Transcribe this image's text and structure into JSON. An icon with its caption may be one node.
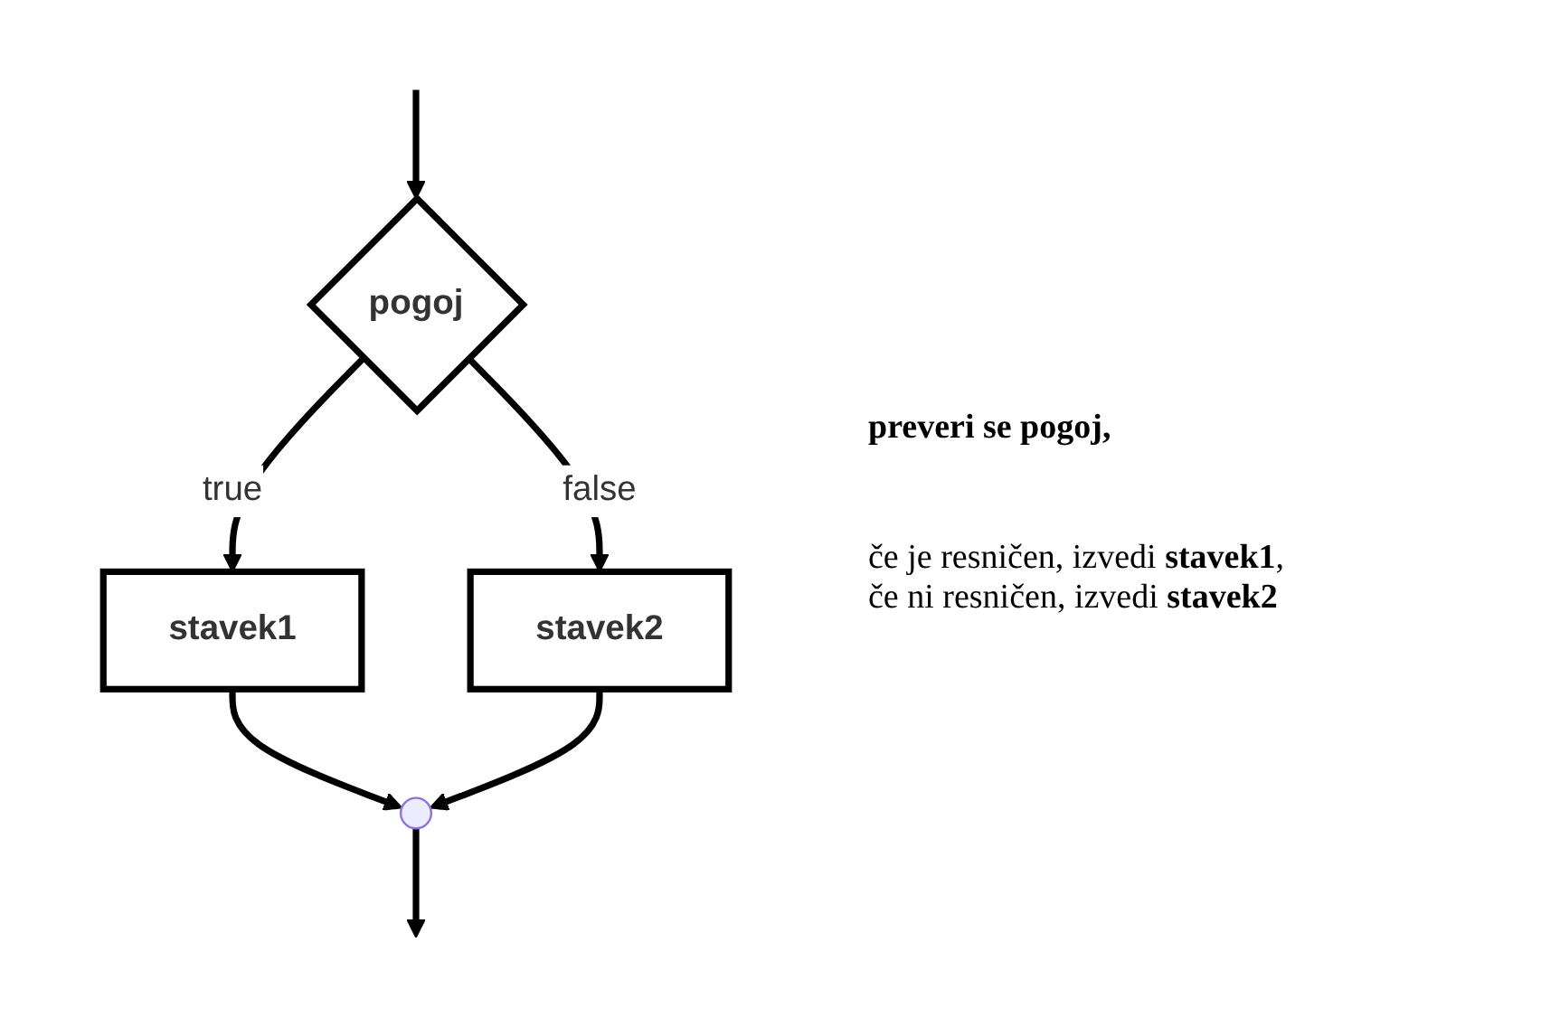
{
  "diagram": {
    "nodes": [
      {
        "text": [
          "pogoj"
        ]
      },
      {
        "text": [
          "stavek1"
        ]
      },
      {
        "text": [
          "stavek2"
        ]
      },
      {
        "text": [],
        "shape": "point"
      }
    ],
    "edges": [
      {
        "from": null,
        "to": 0,
        "arrow": "to"
      },
      {
        "from": 0,
        "to": 1,
        "arrow": "to",
        "label": "true"
      },
      {
        "from": 0,
        "to": 2,
        "arrow": "to",
        "label": "false"
      },
      {
        "from": 1,
        "to": 3,
        "arrow": "to"
      },
      {
        "from": 2,
        "to": 3,
        "arrow": "to"
      },
      {
        "from": 3,
        "to": null,
        "arrow": "to"
      }
    ],
    "labels": [
      "preveri se pogoj,",
      "če je resničen, izvedi **stavek1**,",
      "če ni resničen, izvedi **stavek2**"
    ]
  }
}
